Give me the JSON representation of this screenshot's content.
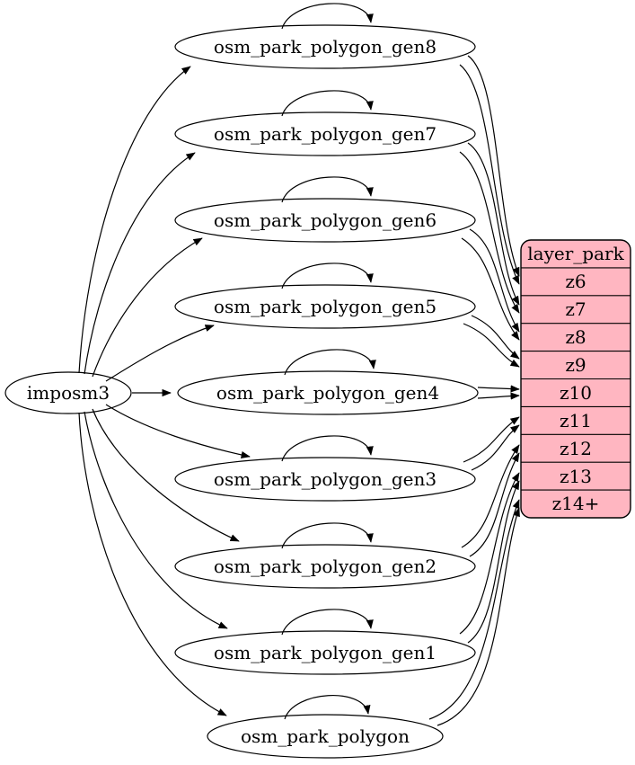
{
  "diagram": {
    "type": "etl-graph",
    "source": {
      "label": "imposm3"
    },
    "tables": [
      {
        "label": "osm_park_polygon_gen8",
        "maps_to": "z6"
      },
      {
        "label": "osm_park_polygon_gen7",
        "maps_to": "z7"
      },
      {
        "label": "osm_park_polygon_gen6",
        "maps_to": "z8"
      },
      {
        "label": "osm_park_polygon_gen5",
        "maps_to": "z9"
      },
      {
        "label": "osm_park_polygon_gen4",
        "maps_to": "z10"
      },
      {
        "label": "osm_park_polygon_gen3",
        "maps_to": "z11"
      },
      {
        "label": "osm_park_polygon_gen2",
        "maps_to": "z12"
      },
      {
        "label": "osm_park_polygon_gen1",
        "maps_to": "z13"
      },
      {
        "label": "osm_park_polygon",
        "maps_to": "z14+"
      }
    ],
    "layer_table": {
      "title": "layer_park",
      "rows": [
        "z6",
        "z7",
        "z8",
        "z9",
        "z10",
        "z11",
        "z12",
        "z13",
        "z14+"
      ]
    },
    "edges": {
      "source_to_each_table": true,
      "self_loop_on_each_table": true,
      "arrows_per_zoom_row": 2
    },
    "colors": {
      "layer_table_fill": "#ffb6c1",
      "node_fill": "#ffffff",
      "stroke": "#000000"
    }
  }
}
